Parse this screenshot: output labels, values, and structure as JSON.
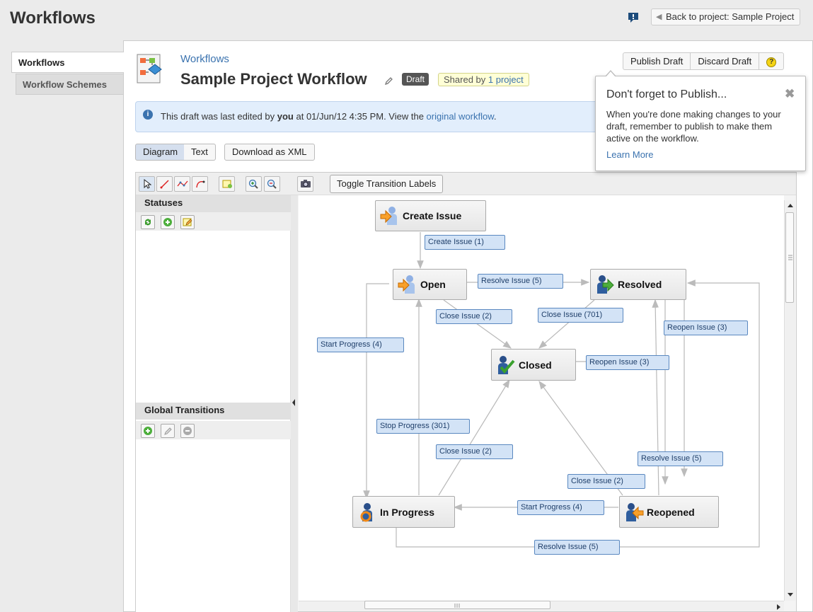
{
  "header": {
    "title": "Workflows",
    "back_label": "Back to project: Sample Project"
  },
  "sidebar": {
    "items": [
      {
        "label": "Workflows"
      },
      {
        "label": "Workflow Schemes"
      }
    ]
  },
  "workflow": {
    "breadcrumb": "Workflows",
    "title": "Sample Project Workflow",
    "draft_badge": "Draft",
    "shared_prefix": "Shared by",
    "shared_link": "1 project"
  },
  "actions": {
    "publish": "Publish Draft",
    "discard": "Discard Draft",
    "help": "?"
  },
  "info": {
    "prefix": "This draft was last edited by ",
    "user": "you",
    "middle": " at 01/Jun/12 4:35 PM. View the ",
    "link": "original workflow",
    "suffix": "."
  },
  "popup": {
    "title": "Don't forget to Publish...",
    "close": "✖",
    "body": "When you're done making changes to your draft, remember to publish to make them active on the workflow.",
    "link": "Learn More"
  },
  "view_tabs": {
    "diagram": "Diagram",
    "text": "Text",
    "download": "Download as XML"
  },
  "toolbar": {
    "toggle_labels": "Toggle Transition Labels"
  },
  "panels": {
    "statuses": "Statuses",
    "global_transitions": "Global Transitions"
  },
  "diagram": {
    "statuses": [
      {
        "id": "create",
        "label": "Create Issue",
        "icon": "person-arrow-orange-icon"
      },
      {
        "id": "open",
        "label": "Open",
        "icon": "person-arrow-orange-icon"
      },
      {
        "id": "resolved",
        "label": "Resolved",
        "icon": "person-arrow-green-icon"
      },
      {
        "id": "closed",
        "label": "Closed",
        "icon": "person-check-icon"
      },
      {
        "id": "inprogress",
        "label": "In Progress",
        "icon": "person-cycle-icon"
      },
      {
        "id": "reopened",
        "label": "Reopened",
        "icon": "person-arrow-back-icon"
      }
    ],
    "transitions": [
      {
        "label": "Create Issue (1)"
      },
      {
        "label": "Resolve Issue (5)"
      },
      {
        "label": "Close Issue (2)"
      },
      {
        "label": "Close Issue (701)"
      },
      {
        "label": "Reopen Issue (3)"
      },
      {
        "label": "Start Progress (4)"
      },
      {
        "label": "Reopen Issue (3)"
      },
      {
        "label": "Stop Progress (301)"
      },
      {
        "label": "Close Issue (2)"
      },
      {
        "label": "Resolve Issue (5)"
      },
      {
        "label": "Close Issue (2)"
      },
      {
        "label": "Start Progress (4)"
      },
      {
        "label": "Resolve Issue (5)"
      }
    ]
  }
}
